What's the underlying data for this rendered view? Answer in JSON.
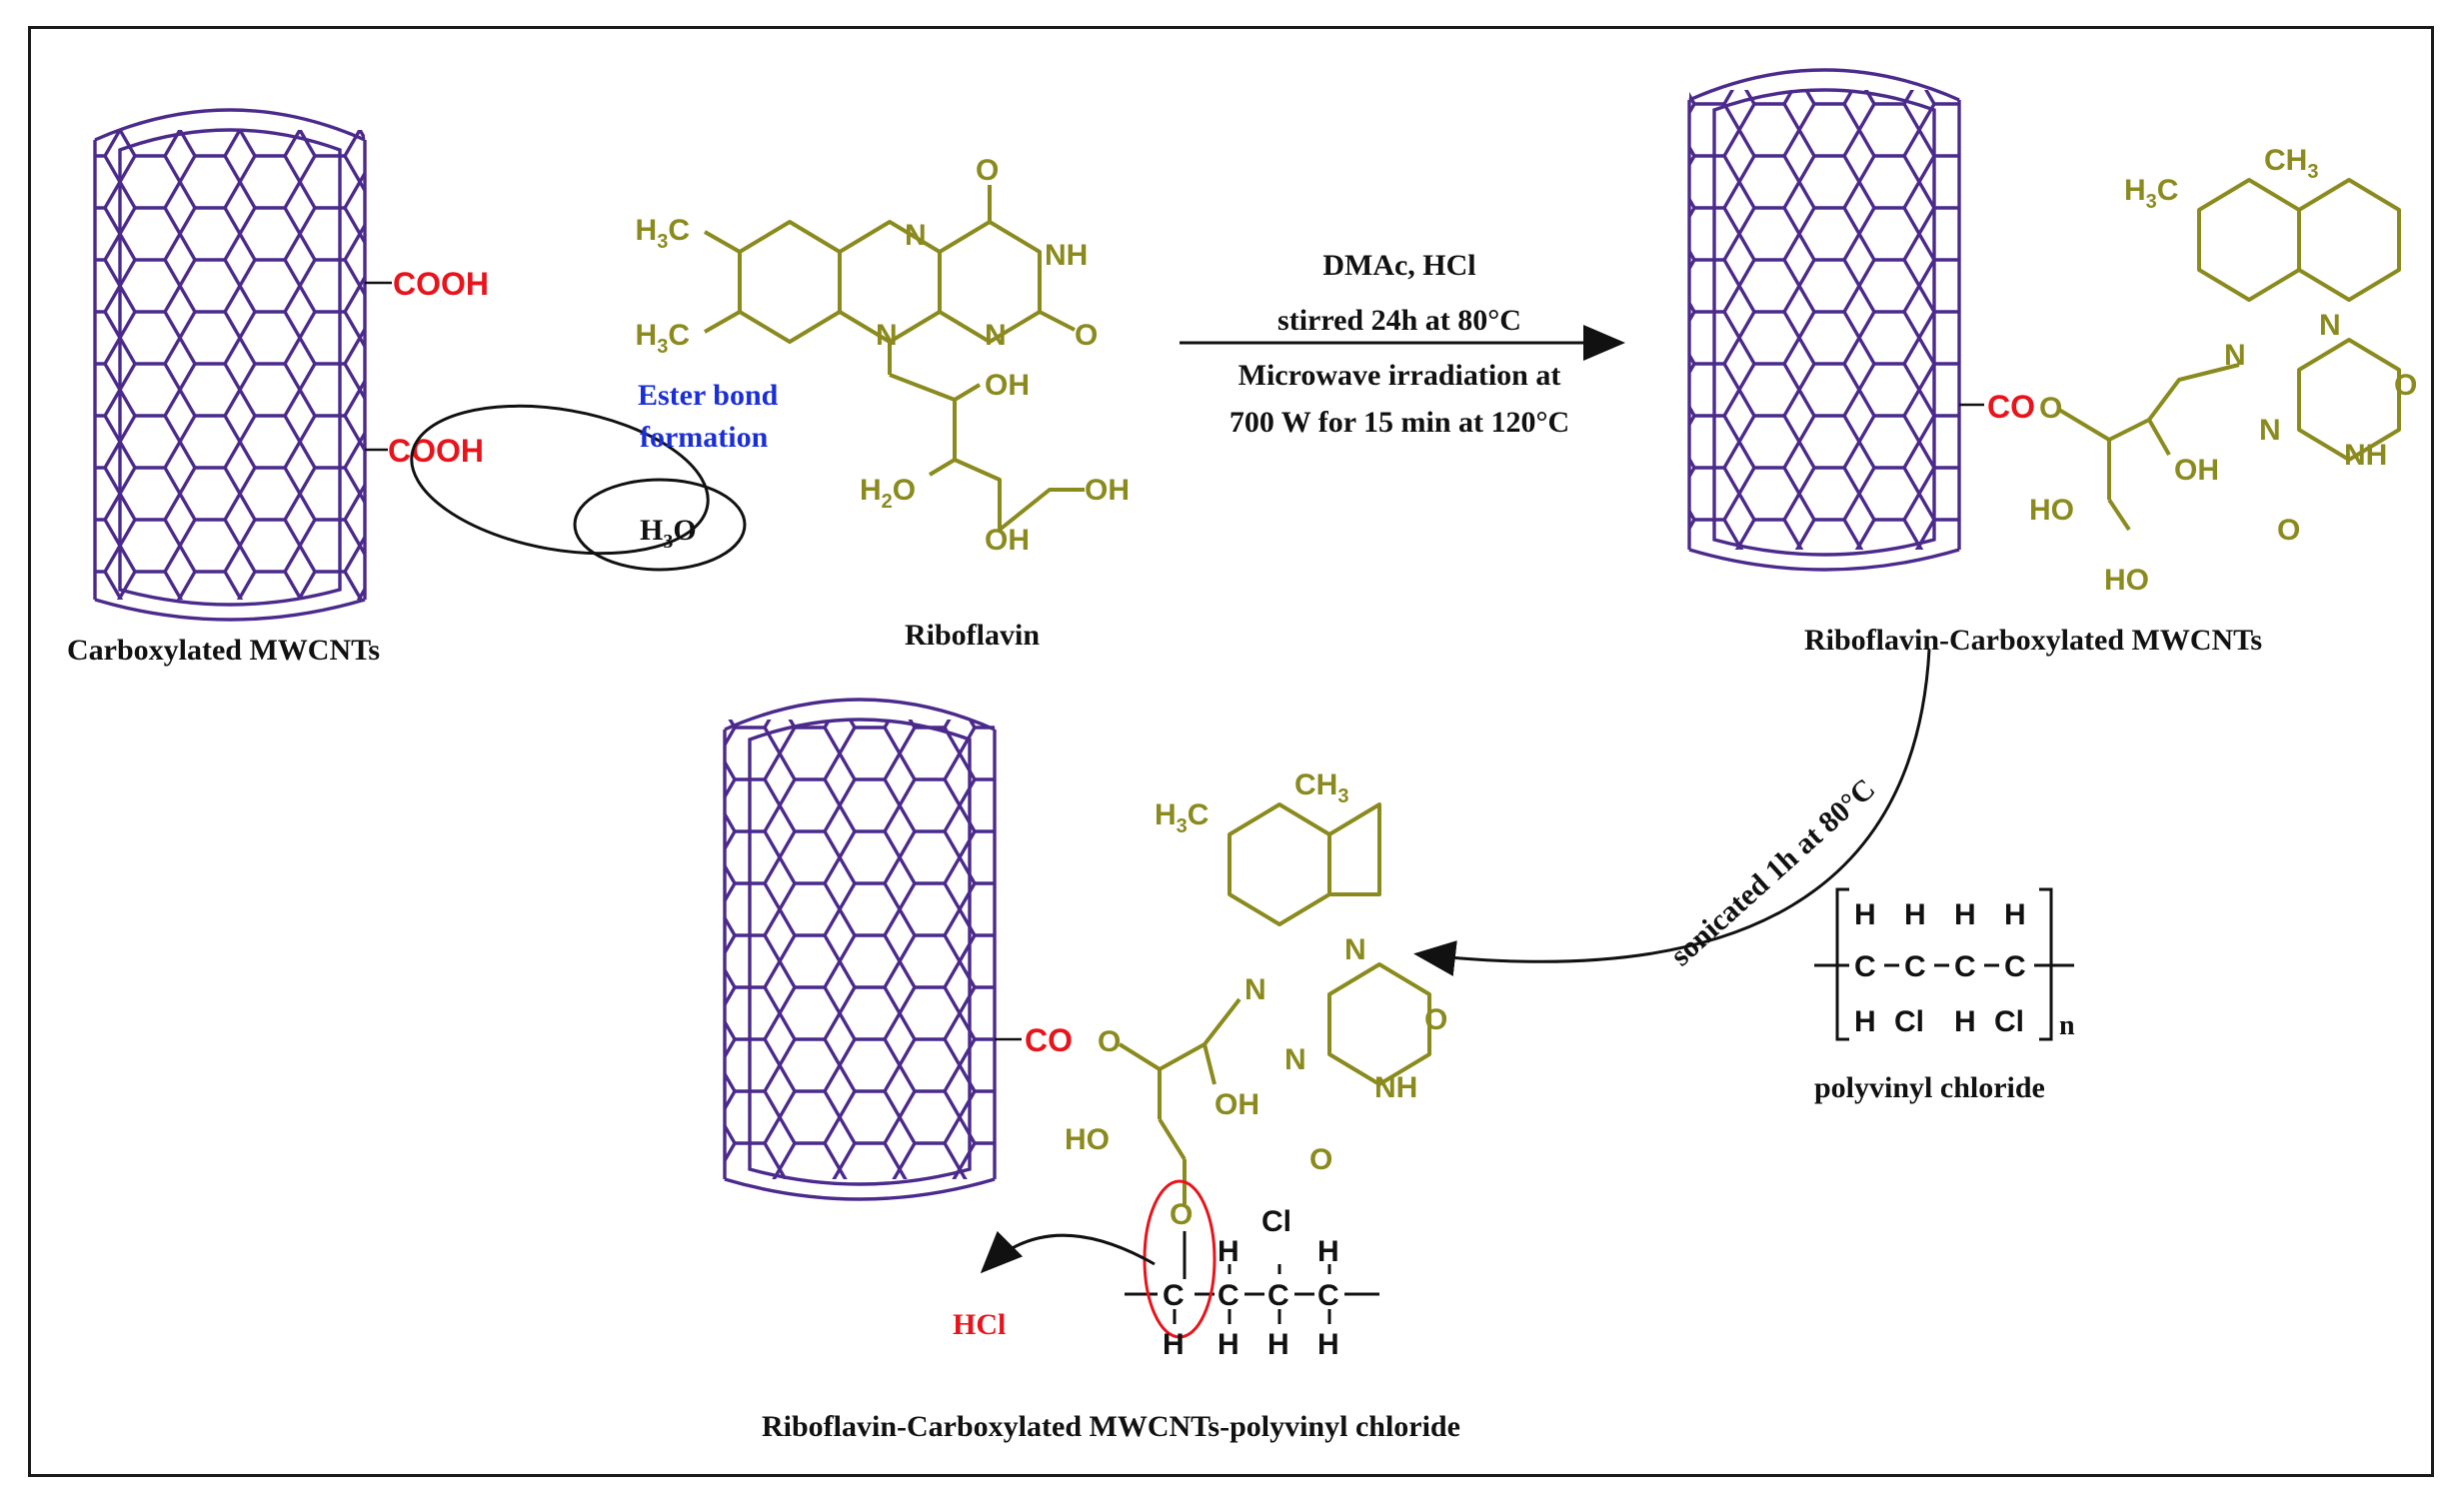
{
  "labels": {
    "carboxylated_mwcnts": "Carboxylated MWCNTs",
    "riboflavin": "Riboflavin",
    "riboflavin_carboxylated_mwcnts": "Riboflavin-Carboxylated MWCNTs",
    "polyvinyl_chloride": "polyvinyl chloride",
    "final_product": "Riboflavin-Carboxylated MWCNTs-polyvinyl chloride",
    "ester_bond_line1": "Ester bond",
    "ester_bond_line2": "formation"
  },
  "conditions": {
    "reagents": "DMAc, HCl",
    "stir": "stirred 24h at 80°C",
    "microwave_line1": "Microwave irradiation at",
    "microwave_line2": "700 W for 15 min at 120°C",
    "sonication": "sonicated 1h at 80°C"
  },
  "groups": {
    "cooh": "COOH",
    "co": "CO",
    "o": "O",
    "hcl": "HCl",
    "h2o": "H3O",
    "ch3": "CH3",
    "h3c": "H3C",
    "nh": "NH",
    "n": "N",
    "oh": "OH",
    "ho": "HO",
    "h2o_label": "H2O",
    "c": "C",
    "h": "H",
    "cl": "Cl",
    "repeat_n": "n"
  },
  "colors": {
    "nanotube": "#4b2a8c",
    "riboflavin": "#8a8a1e",
    "highlight": "#e8141b",
    "ester_label": "#1b2fd6"
  }
}
